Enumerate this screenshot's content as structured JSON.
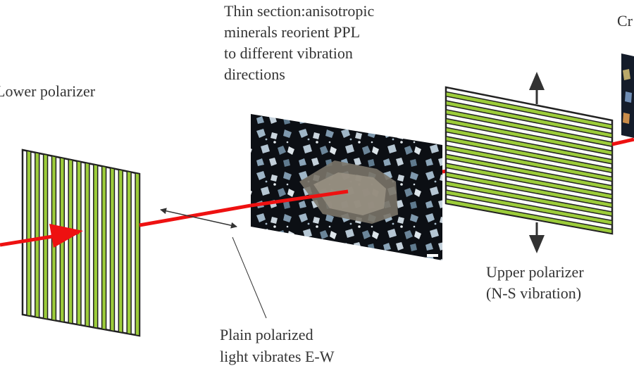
{
  "labels": {
    "lower_polarizer": "Lower polarizer",
    "thin_section": [
      "Thin section:anisotropic",
      "minerals reorient PPL",
      "to different vibration",
      "directions"
    ],
    "upper_polarizer": [
      "Upper polarizer",
      "(N-S vibration)"
    ],
    "ppl": [
      "Plain polarized",
      "light vibrates E-W"
    ],
    "crossed_partial": "Cr"
  },
  "colors": {
    "beam": "#ee1111",
    "stripe": "#9ccc3a",
    "frame": "#222222",
    "arrow": "#333333"
  }
}
